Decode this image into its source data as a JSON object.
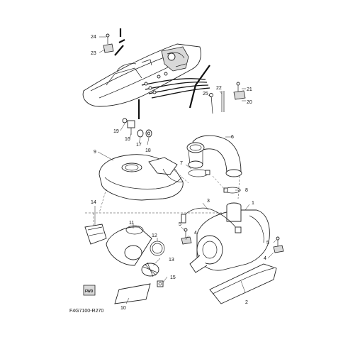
{
  "diagram": {
    "drawing_code": "F4G7100-R270",
    "fwd_label": "FWD",
    "callouts": [
      {
        "id": "c1",
        "label": "1"
      },
      {
        "id": "c2",
        "label": "2"
      },
      {
        "id": "c3",
        "label": "3"
      },
      {
        "id": "c4",
        "label": "4"
      },
      {
        "id": "c4b",
        "label": "4"
      },
      {
        "id": "c5",
        "label": "5"
      },
      {
        "id": "c5b",
        "label": "5"
      },
      {
        "id": "c6",
        "label": "6"
      },
      {
        "id": "c7",
        "label": "7"
      },
      {
        "id": "c8",
        "label": "8"
      },
      {
        "id": "c9",
        "label": "9"
      },
      {
        "id": "c10",
        "label": "10"
      },
      {
        "id": "c11",
        "label": "11"
      },
      {
        "id": "c12",
        "label": "12"
      },
      {
        "id": "c13",
        "label": "13"
      },
      {
        "id": "c14",
        "label": "14"
      },
      {
        "id": "c15",
        "label": "15"
      },
      {
        "id": "c16",
        "label": "16"
      },
      {
        "id": "c17",
        "label": "17"
      },
      {
        "id": "c18",
        "label": "18"
      },
      {
        "id": "c19",
        "label": "19"
      },
      {
        "id": "c20",
        "label": "20"
      },
      {
        "id": "c21",
        "label": "21"
      },
      {
        "id": "c22",
        "label": "22"
      },
      {
        "id": "c23",
        "label": "23"
      },
      {
        "id": "c24",
        "label": "24"
      },
      {
        "id": "c25",
        "label": "25"
      }
    ]
  }
}
